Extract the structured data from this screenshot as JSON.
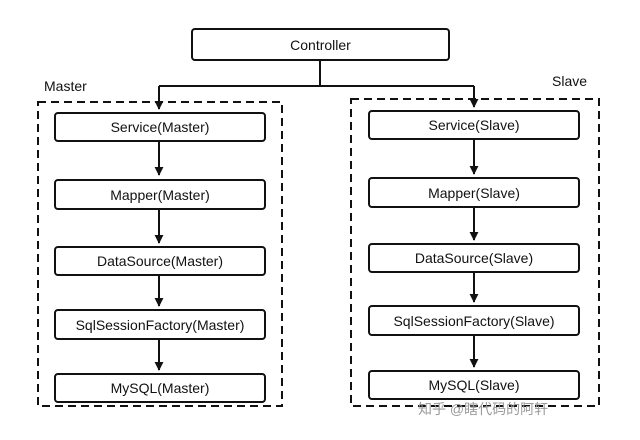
{
  "controller": {
    "label": "Controller"
  },
  "groups": {
    "master": {
      "label": "Master",
      "nodes": [
        "Service(Master)",
        "Mapper(Master)",
        "DataSource(Master)",
        "SqlSessionFactory(Master)",
        "MySQL(Master)"
      ]
    },
    "slave": {
      "label": "Slave",
      "nodes": [
        "Service(Slave)",
        "Mapper(Slave)",
        "DataSource(Slave)",
        "SqlSessionFactory(Slave)",
        "MySQL(Slave)"
      ]
    }
  },
  "watermark": {
    "text": "知乎 @瞎代码的阿轩"
  },
  "colors": {
    "stroke": "#111111",
    "background": "#ffffff",
    "watermark": "#9a9a9a"
  }
}
